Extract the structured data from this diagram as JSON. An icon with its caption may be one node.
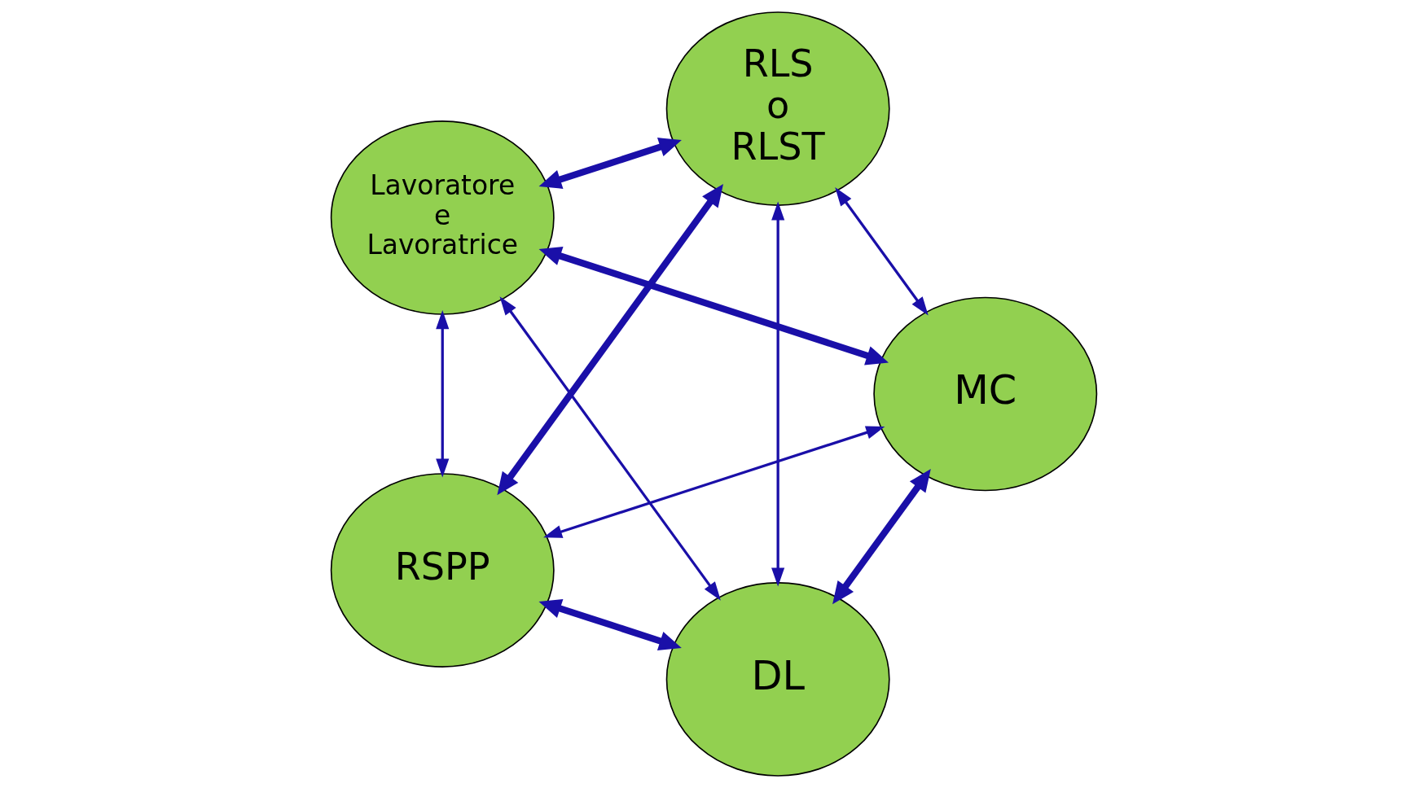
{
  "diagram": {
    "nodes": [
      {
        "text": [
          "DL"
        ]
      },
      {
        "text": [
          "MC"
        ]
      },
      {
        "text": [
          "Lavoratore e Lavoratrice"
        ]
      },
      {
        "text": [
          "RLS o RLST"
        ]
      },
      {
        "text": [
          "RSPP"
        ]
      }
    ],
    "edges": [
      {
        "from": 0,
        "to": 4,
        "arrow": "both",
        "style": "thick"
      },
      {
        "from": 0,
        "to": 1,
        "arrow": "both",
        "style": "thick"
      },
      {
        "from": 1,
        "to": 2,
        "arrow": "both",
        "style": "thick"
      },
      {
        "from": 2,
        "to": 3,
        "arrow": "both",
        "style": "thick"
      },
      {
        "from": 3,
        "to": 4,
        "arrow": "both",
        "style": "thick"
      },
      {
        "from": 4,
        "to": 1,
        "arrow": "both"
      },
      {
        "from": 4,
        "to": 2,
        "arrow": "both"
      },
      {
        "from": 0,
        "to": 3,
        "arrow": "both"
      },
      {
        "from": 0,
        "to": 2,
        "arrow": "both"
      },
      {
        "from": 1,
        "to": 3,
        "arrow": "both"
      }
    ]
  }
}
